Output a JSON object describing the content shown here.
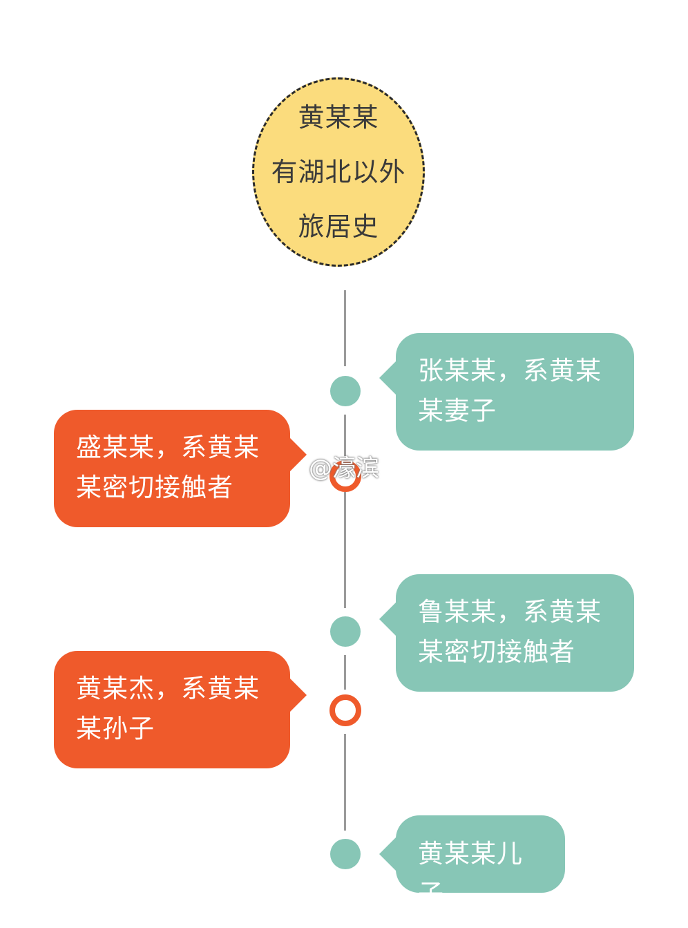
{
  "root": {
    "lines": [
      "黄某某",
      "有湖北以外",
      "旅居史"
    ]
  },
  "nodes": [
    {
      "id": "zhang",
      "side": "right",
      "color": "teal",
      "lines": [
        "张某某，系黄某",
        "某妻子"
      ]
    },
    {
      "id": "sheng",
      "side": "left",
      "color": "orange",
      "lines": [
        "盛某某，系黄某",
        "某密切接触者"
      ]
    },
    {
      "id": "lu",
      "side": "right",
      "color": "teal",
      "lines": [
        "鲁某某，系黄某",
        "某密切接触者"
      ]
    },
    {
      "id": "huangjie",
      "side": "left",
      "color": "orange",
      "lines": [
        "黄某杰，系黄某",
        "某孙子"
      ]
    },
    {
      "id": "son",
      "side": "right",
      "color": "teal",
      "lines": [
        "黄某某儿子"
      ]
    }
  ],
  "watermark": "@濠滨",
  "colors": {
    "root_fill": "#fbdc7d",
    "teal": "#87c6b6",
    "orange": "#ef5a2b",
    "line": "#9a9a9a"
  }
}
